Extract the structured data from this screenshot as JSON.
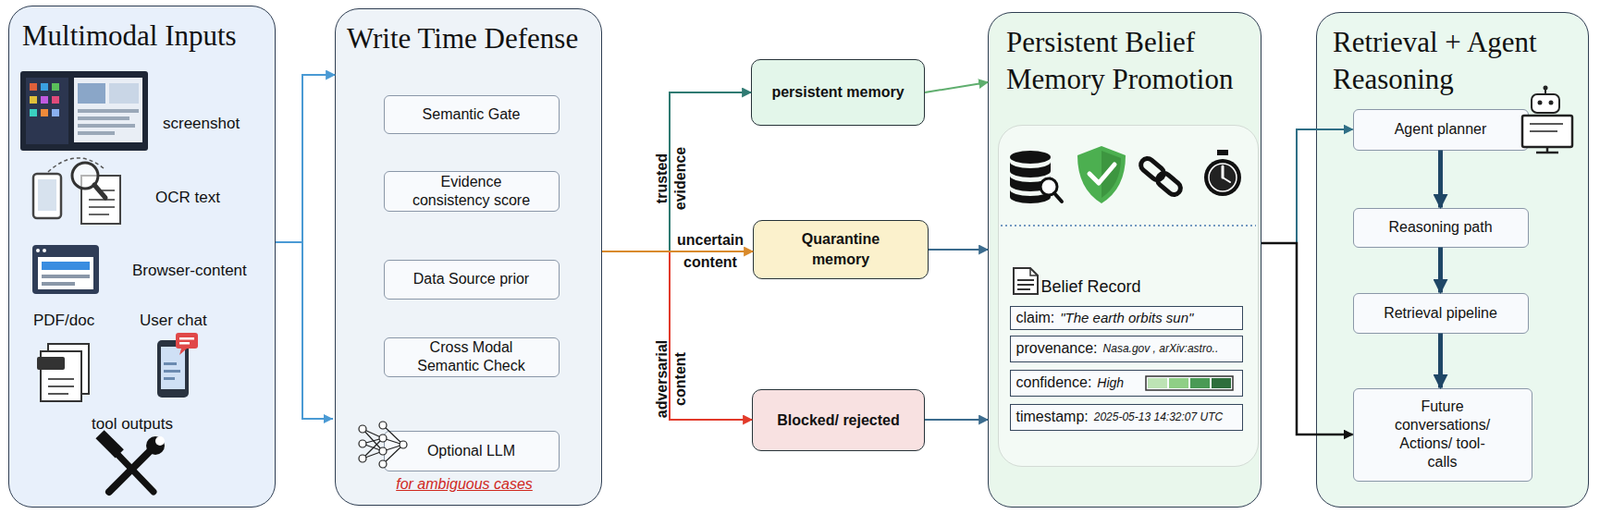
{
  "diagram": {
    "nodes": [
      {
        "text": [
          "Multimodal Inputs"
        ]
      },
      {
        "text": [
          "Write Time Defense"
        ]
      },
      {
        "text": [
          "Semantic Gate"
        ],
        "in": 1
      },
      {
        "text": [
          "Evidence consistency score"
        ],
        "in": 1
      },
      {
        "text": [
          "Data Source prior"
        ],
        "in": 1
      },
      {
        "text": [
          "Cross Modal Semantic Check"
        ],
        "in": 1
      },
      {
        "text": [
          "Optional LLM"
        ],
        "in": 1
      },
      {
        "text": [
          "persistent memory"
        ]
      },
      {
        "text": [
          "Quarantine memory"
        ]
      },
      {
        "text": [
          "Blocked/ rejected"
        ]
      },
      {
        "text": [
          "Persistent Belief Memory Promotion"
        ]
      },
      {
        "text": [
          "Belief Record"
        ],
        "in": 10
      },
      {
        "text": [
          "claim:",
          "\"The earth orbits sun\""
        ],
        "in": 11
      },
      {
        "text": [
          "provenance:",
          "Nasa.gov , arXiv:astro.."
        ],
        "in": 11
      },
      {
        "text": [
          "confidence:",
          "High"
        ],
        "in": 11
      },
      {
        "text": [
          "timestamp:",
          "2025-05-13 14:32:07 UTC"
        ],
        "in": 11
      },
      {
        "text": [
          "Retrieval + Agent Reasoning"
        ]
      },
      {
        "text": [
          "Agent planner"
        ],
        "in": 16
      },
      {
        "text": [
          "Reasoning path"
        ],
        "in": 16
      },
      {
        "text": [
          "Retrieval pipeline"
        ],
        "in": 16
      },
      {
        "text": [
          "Future conversations/ Actions/ tool-calls"
        ],
        "in": 16
      }
    ],
    "edges": [
      {
        "from": 0,
        "to": 1,
        "arrow": "to"
      },
      {
        "from": 1,
        "to": 7,
        "label": "trusted evidence",
        "arrow": "to"
      },
      {
        "from": 1,
        "to": 8,
        "label": "uncertain content",
        "arrow": "to"
      },
      {
        "from": 1,
        "to": 9,
        "label": "adversarial content",
        "arrow": "to"
      },
      {
        "from": 7,
        "to": 10,
        "arrow": "to"
      },
      {
        "from": 8,
        "to": 10,
        "arrow": "to"
      },
      {
        "from": 9,
        "to": 10,
        "arrow": "to"
      },
      {
        "from": 10,
        "to": 17,
        "arrow": "to"
      },
      {
        "from": 10,
        "to": 20,
        "arrow": "to"
      },
      {
        "from": 17,
        "to": 18,
        "arrow": "to"
      },
      {
        "from": 18,
        "to": 19,
        "arrow": "to"
      },
      {
        "from": 19,
        "to": 20,
        "arrow": "to"
      }
    ],
    "labels": [
      "screenshot",
      "OCR text",
      "Browser-content",
      "PDF/doc",
      "User chat",
      "tool outputs",
      "for ambiguous cases"
    ]
  }
}
